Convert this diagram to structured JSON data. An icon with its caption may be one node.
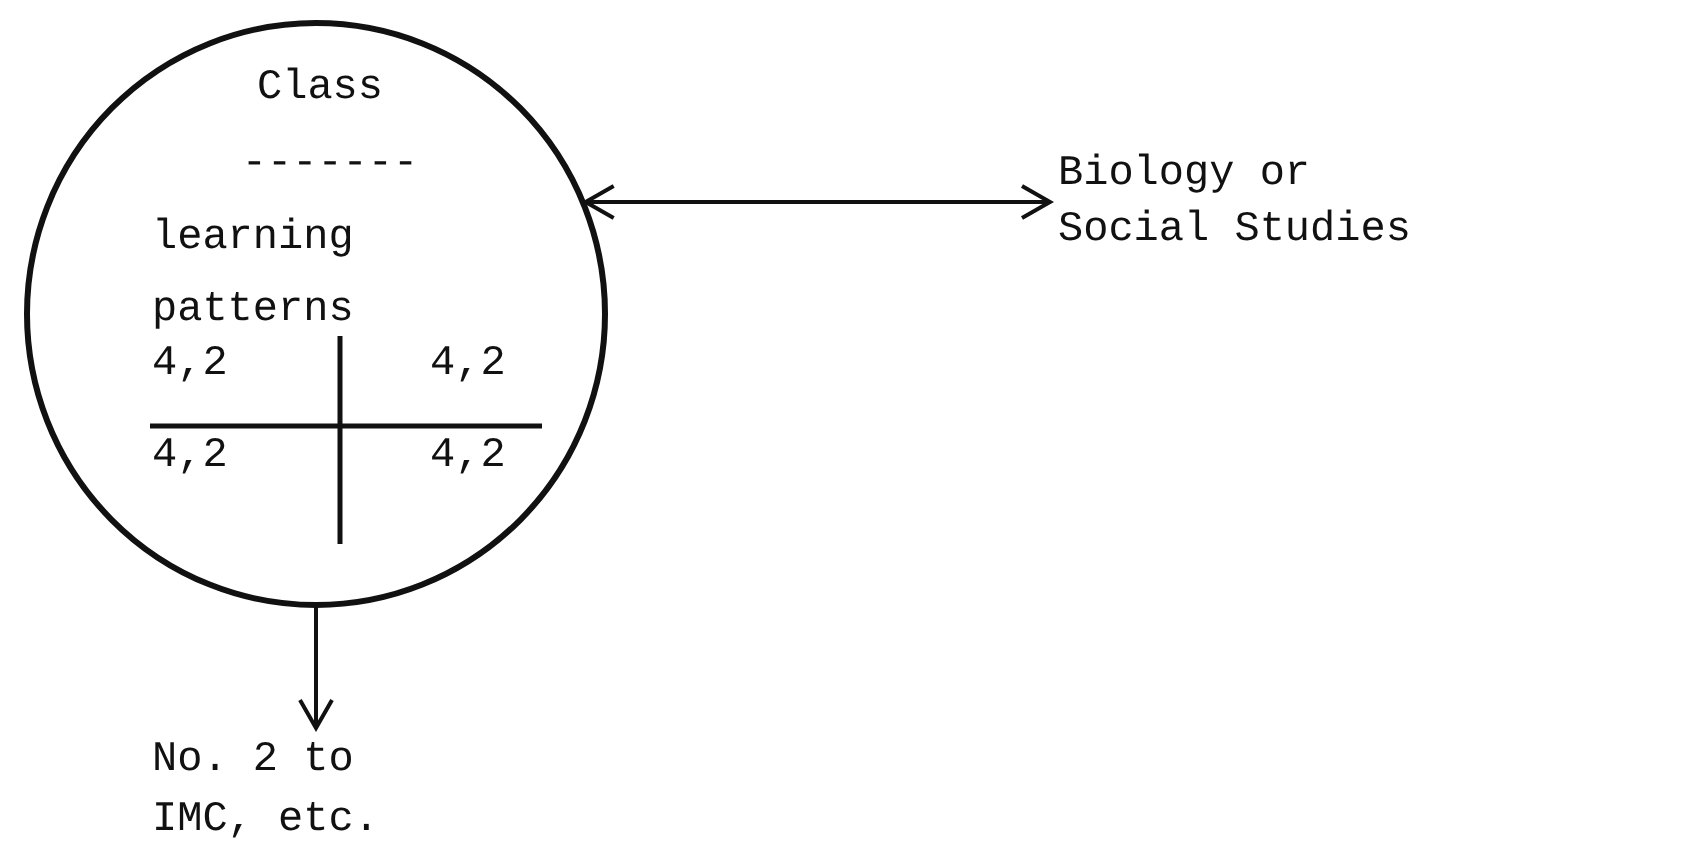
{
  "diagram": {
    "nodes": [
      {
        "text": [
          "Class",
          "-------",
          "learning patterns",
          "4,2",
          "4,2",
          "4,2",
          "4,2"
        ]
      },
      {
        "text": [
          "Biology or Social Studies"
        ]
      },
      {
        "text": [
          "No. 2 to IMC, etc."
        ]
      }
    ],
    "edges": [
      {
        "from": 0,
        "to": 1,
        "arrow": "both"
      },
      {
        "from": 0,
        "to": 2,
        "arrow": "to"
      }
    ]
  }
}
